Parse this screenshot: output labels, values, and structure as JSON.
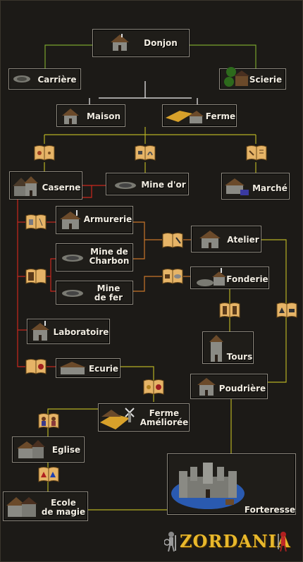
{
  "diagram": {
    "nodes": [
      {
        "id": "donjon",
        "label": "Donjon",
        "icon": "house-icon"
      },
      {
        "id": "carriere",
        "label": "Carrière",
        "icon": "quarry-icon"
      },
      {
        "id": "scierie",
        "label": "Scierie",
        "icon": "sawmill-icon"
      },
      {
        "id": "maison",
        "label": "Maison",
        "icon": "house-icon"
      },
      {
        "id": "ferme",
        "label": "Ferme",
        "icon": "farm-icon"
      },
      {
        "id": "caserne",
        "label": "Caserne",
        "icon": "barracks-icon"
      },
      {
        "id": "mine_or",
        "label": "Mine d'or",
        "icon": "mine-icon"
      },
      {
        "id": "marche",
        "label": "Marché",
        "icon": "market-icon"
      },
      {
        "id": "armurerie",
        "label": "Armurerie",
        "icon": "armory-icon"
      },
      {
        "id": "mine_charbon",
        "label": "Mine de\nCharbon",
        "icon": "mine-icon"
      },
      {
        "id": "mine_fer",
        "label": "Mine\nde fer",
        "icon": "mine-icon"
      },
      {
        "id": "atelier",
        "label": "Atelier",
        "icon": "house-icon"
      },
      {
        "id": "fonderie",
        "label": "Fonderie",
        "icon": "forge-icon"
      },
      {
        "id": "tours",
        "label": "Tours",
        "icon": "tower-icon"
      },
      {
        "id": "laboratoire",
        "label": "Laboratoire",
        "icon": "house-icon"
      },
      {
        "id": "ecurie",
        "label": "Ecurie",
        "icon": "stable-icon"
      },
      {
        "id": "poudriere",
        "label": "Poudrière",
        "icon": "house-icon"
      },
      {
        "id": "ferme_amelioree",
        "label": "Ferme\nAméliorée",
        "icon": "windmill-icon"
      },
      {
        "id": "eglise",
        "label": "Eglise",
        "icon": "church-icon"
      },
      {
        "id": "ecole_magie",
        "label": "Ecole\nde magie",
        "icon": "school-icon"
      },
      {
        "id": "forteresse",
        "label": "Forteresse",
        "icon": "fortress-icon"
      }
    ]
  },
  "logo": {
    "text": "ZORDANIA",
    "icon": "warrior-icon"
  },
  "colors": {
    "yellow_line": "#b6b024",
    "orange_line": "#c8762a",
    "red_line": "#c8281e",
    "white_line": "#f4f4f4"
  }
}
